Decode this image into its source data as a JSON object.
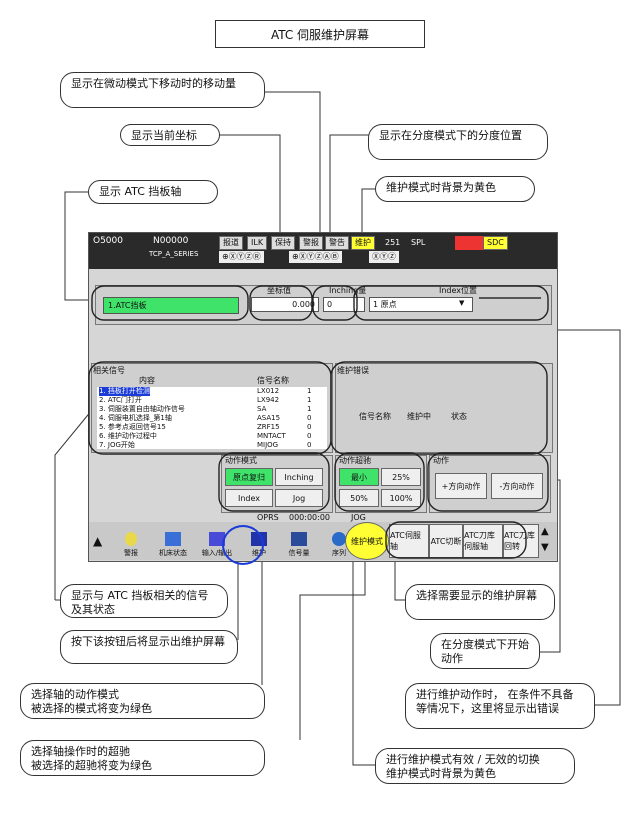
{
  "title": "ATC 伺服维护屏幕",
  "callouts": {
    "move_amount": "显示在微动模式下移动时的移动量",
    "current_coord": "显示当前坐标",
    "index_position": "显示在分度模式下的分度位置",
    "atc_axis": "显示 ATC 挡板轴",
    "maint_bg_yellow": "维护模式时背景为黄色",
    "signals_status": "显示与 ATC 挡板相关的信号及其状态",
    "press_button": "按下该按钮后将显示出维护屏幕",
    "axis_mode": [
      "选择轴的动作模式",
      "被选择的模式将变为绿色"
    ],
    "axis_override": [
      "选择轴操作时的超驰",
      "被选择的超驰将变为绿色"
    ],
    "select_screen": "选择需要显示的维护屏幕",
    "index_start": "在分度模式下开始动作",
    "error_display": "进行维护动作时， 在条件不具备等情况下，这里将显示出错误",
    "toggle_mode": [
      "进行维护模式有效 / 无效的切换",
      "维护模式时背景为黄色"
    ]
  },
  "screen": {
    "prog_no": "O5000",
    "seq_no": "N00000",
    "subtitle": "TCP_A_SERIES",
    "top_buttons": [
      "报道",
      "ILK",
      "保持",
      "警报",
      "警告",
      "维护",
      "251",
      "SPL"
    ],
    "status_code": "SDC",
    "axis_name": "1.ATC挡板",
    "coord_label": "坐标值",
    "coord_value": "0.000",
    "inching_label": "Inching量",
    "inching_value": "0",
    "index_label": "Index位置",
    "index_value": "1 原点",
    "signals_header": "相关信号",
    "signals_col_content": "内容",
    "signals_col_name": "信号名称",
    "signals": [
      {
        "content": "1. 挡板打开检测",
        "name": "LX012",
        "val": "1"
      },
      {
        "content": "2. ATC门打开",
        "name": "LX942",
        "val": "1"
      },
      {
        "content": "3. 伺服装置自由轴动作信号",
        "name": "SA",
        "val": "1"
      },
      {
        "content": "4. 伺服电机选择_第1轴",
        "name": "ASA15",
        "val": "0"
      },
      {
        "content": "5. 参考点返回信号15",
        "name": "ZRF15",
        "val": "0"
      },
      {
        "content": "6. 维护动作过程中",
        "name": "MNTACT",
        "val": "0"
      },
      {
        "content": "7. JOG开始",
        "name": "MIJOG",
        "val": "0"
      }
    ],
    "error_header": "维护错误",
    "error_cols": [
      "信号名称",
      "维护中",
      "状态"
    ],
    "mode_header": "动作模式",
    "mode_buttons": [
      "原点复归",
      "Inching",
      "Index",
      "Jog"
    ],
    "override_header": "动作超驰",
    "override_buttons": [
      "最小",
      "25%",
      "50%",
      "100%"
    ],
    "action_header": "动作",
    "action_buttons": [
      "+方向动作",
      "-方向动作"
    ],
    "status_strip": [
      "OPRS",
      "000:00:00",
      "JOG"
    ],
    "softkeys": [
      "警报",
      "机床状态",
      "输入/输出",
      "维护",
      "信号量",
      "序列"
    ],
    "right_keys": [
      "维护模式",
      "ATC伺服轴",
      "ATC切断",
      "ATC刀库伺服轴",
      "ATC刀库回转"
    ]
  },
  "colors": {
    "highlight_green": "#3fe36a",
    "maint_yellow": "#ffff33",
    "circle_blue": "#1a3bd8"
  }
}
